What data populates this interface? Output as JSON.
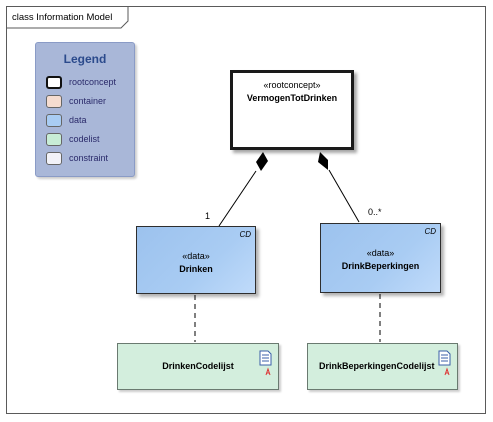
{
  "frame": {
    "title": "class Information Model"
  },
  "legend": {
    "title": "Legend",
    "items": [
      {
        "label": "rootconcept",
        "color": "#ffffff"
      },
      {
        "label": "container",
        "color": "#f5dcd0"
      },
      {
        "label": "data",
        "color": "#a9ccf3"
      },
      {
        "label": "codelist",
        "color": "#c8edd6"
      },
      {
        "label": "constraint",
        "color": "#f2f2f8"
      }
    ]
  },
  "elements": {
    "root": {
      "stereotype": "«rootconcept»",
      "name": "VermogenTotDrinken"
    },
    "drinken": {
      "stereotype": "«data»",
      "name": "Drinken",
      "tag": "CD"
    },
    "drinkbeperkingen": {
      "stereotype": "«data»",
      "name": "DrinkBeperkingen",
      "tag": "CD"
    },
    "drinken_codelijst": {
      "name": "DrinkenCodelijst"
    },
    "drinkbeperkingen_codelijst": {
      "name": "DrinkBeperkingenCodelijst"
    }
  },
  "associations": {
    "drinken_multiplicity": "1",
    "beperkingen_multiplicity": "0..*"
  },
  "colors": {
    "frame_border": "#5a5a5a",
    "legend_bg": "#a9b7d8",
    "data_fill": "#a9ccf3",
    "codelist_fill": "#d3eedd"
  }
}
